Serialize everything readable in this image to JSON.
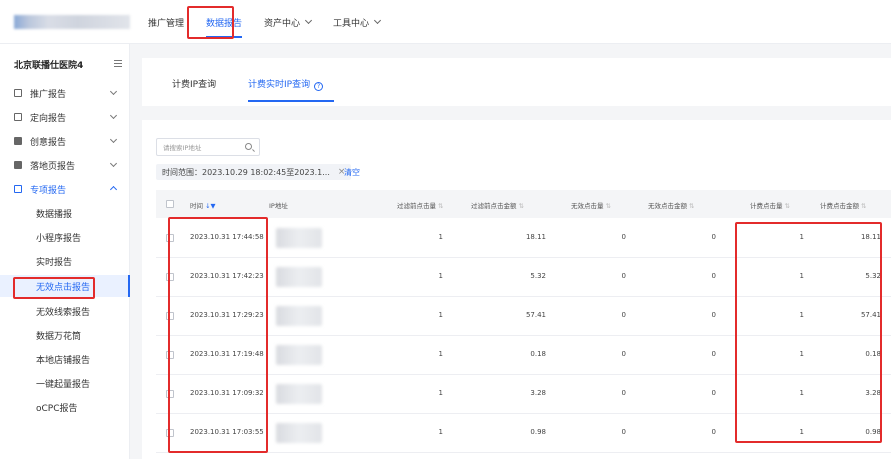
{
  "topnav": {
    "items": [
      {
        "label": "推广管理",
        "active": false,
        "dropdown": false
      },
      {
        "label": "数据报告",
        "active": true,
        "dropdown": false
      },
      {
        "label": "资产中心",
        "active": false,
        "dropdown": true
      },
      {
        "label": "工具中心",
        "active": false,
        "dropdown": true
      }
    ]
  },
  "sidebar": {
    "account": "北京联播仕医院4",
    "items": [
      {
        "label": "推广报告"
      },
      {
        "label": "定向报告"
      },
      {
        "label": "创意报告"
      },
      {
        "label": "落地页报告"
      },
      {
        "label": "专项报告"
      }
    ],
    "sub_items": [
      {
        "label": "数据播报"
      },
      {
        "label": "小程序报告"
      },
      {
        "label": "实时报告"
      },
      {
        "label": "无效点击报告"
      },
      {
        "label": "无效线索报告"
      },
      {
        "label": "数据万花筒"
      },
      {
        "label": "本地店铺报告"
      },
      {
        "label": "一键起量报告"
      },
      {
        "label": "oCPC报告"
      }
    ]
  },
  "tabs": [
    {
      "label": "计费IP查询"
    },
    {
      "label": "计费实时IP查询"
    }
  ],
  "search": {
    "placeholder": "请搜索IP地址"
  },
  "filter": {
    "label": "时间范围：2023.10.29 18:02:45至2023.1...",
    "close": "×",
    "clear": "清空"
  },
  "table": {
    "headers": [
      "时间",
      "IP地址",
      "过滤前点击量",
      "过滤前点击金额",
      "无效点击量",
      "无效点击金额",
      "计费点击量",
      "计费点击金额"
    ],
    "rows": [
      {
        "time": "2023.10.31 17:44:58",
        "pre_clicks": "1",
        "pre_amount": "18.11",
        "invalid_clicks": "0",
        "invalid_amount": "0",
        "billed_clicks": "1",
        "billed_amount": "18.11"
      },
      {
        "time": "2023.10.31 17:42:23",
        "pre_clicks": "1",
        "pre_amount": "5.32",
        "invalid_clicks": "0",
        "invalid_amount": "0",
        "billed_clicks": "1",
        "billed_amount": "5.32"
      },
      {
        "time": "2023.10.31 17:29:23",
        "pre_clicks": "1",
        "pre_amount": "57.41",
        "invalid_clicks": "0",
        "invalid_amount": "0",
        "billed_clicks": "1",
        "billed_amount": "57.41"
      },
      {
        "time": "2023.10.31 17:19:48",
        "pre_clicks": "1",
        "pre_amount": "0.18",
        "invalid_clicks": "0",
        "invalid_amount": "0",
        "billed_clicks": "1",
        "billed_amount": "0.18"
      },
      {
        "time": "2023.10.31 17:09:32",
        "pre_clicks": "1",
        "pre_amount": "3.28",
        "invalid_clicks": "0",
        "invalid_amount": "0",
        "billed_clicks": "1",
        "billed_amount": "3.28"
      },
      {
        "time": "2023.10.31 17:03:55",
        "pre_clicks": "1",
        "pre_amount": "0.98",
        "invalid_clicks": "0",
        "invalid_amount": "0",
        "billed_clicks": "1",
        "billed_amount": "0.98"
      }
    ]
  },
  "colors": {
    "accent": "#2468f2",
    "highlight": "#e32b2b"
  }
}
